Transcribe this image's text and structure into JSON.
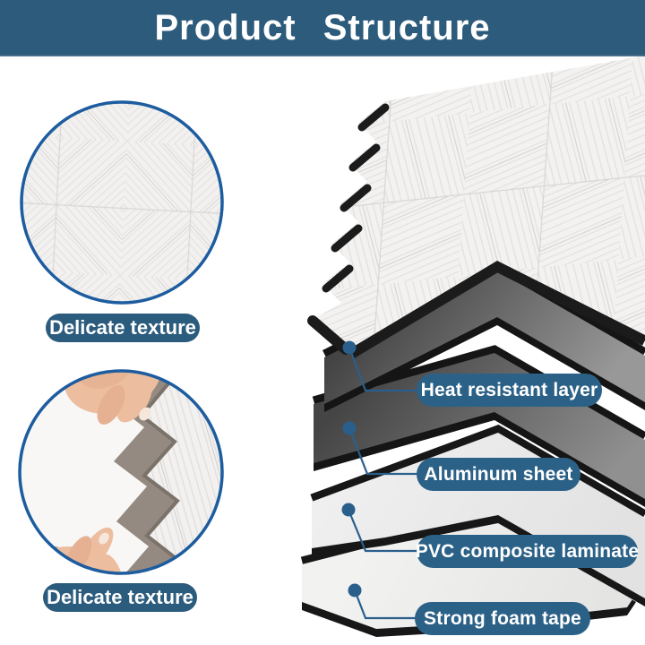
{
  "header": {
    "title": "Product Structure"
  },
  "insets": [
    {
      "label": "Delicate texture"
    },
    {
      "label": "Delicate texture"
    }
  ],
  "layers": [
    {
      "label": "Heat resistant layer"
    },
    {
      "label": "Aluminum sheet"
    },
    {
      "label": "PVC composite laminate"
    },
    {
      "label": "Strong foam tape"
    }
  ],
  "colors": {
    "banner": "#2d5b7c",
    "pill": "#2c6187",
    "left_pill": "#2b5b7d",
    "callout": "#2a5f8c",
    "circle_border": "#1d5c9f"
  }
}
